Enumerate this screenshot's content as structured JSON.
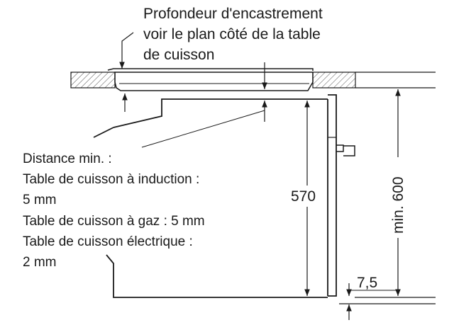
{
  "annotations": {
    "depth_lines": [
      "Profondeur d'encastrement",
      "voir le plan côté de la table",
      "de cuisson"
    ],
    "distance_lines": [
      "Distance min. :",
      "Table de cuisson à induction :",
      "5 mm",
      "Table de cuisson à gaz : 5 mm",
      "Table de cuisson électrique :",
      "2 mm"
    ]
  },
  "dimensions": {
    "oven_height": "570",
    "niche_height": "min. 600",
    "bottom_gap": "7,5"
  },
  "colors": {
    "line": "#1a1a1a",
    "hatch": "#555555",
    "background": "#ffffff"
  }
}
